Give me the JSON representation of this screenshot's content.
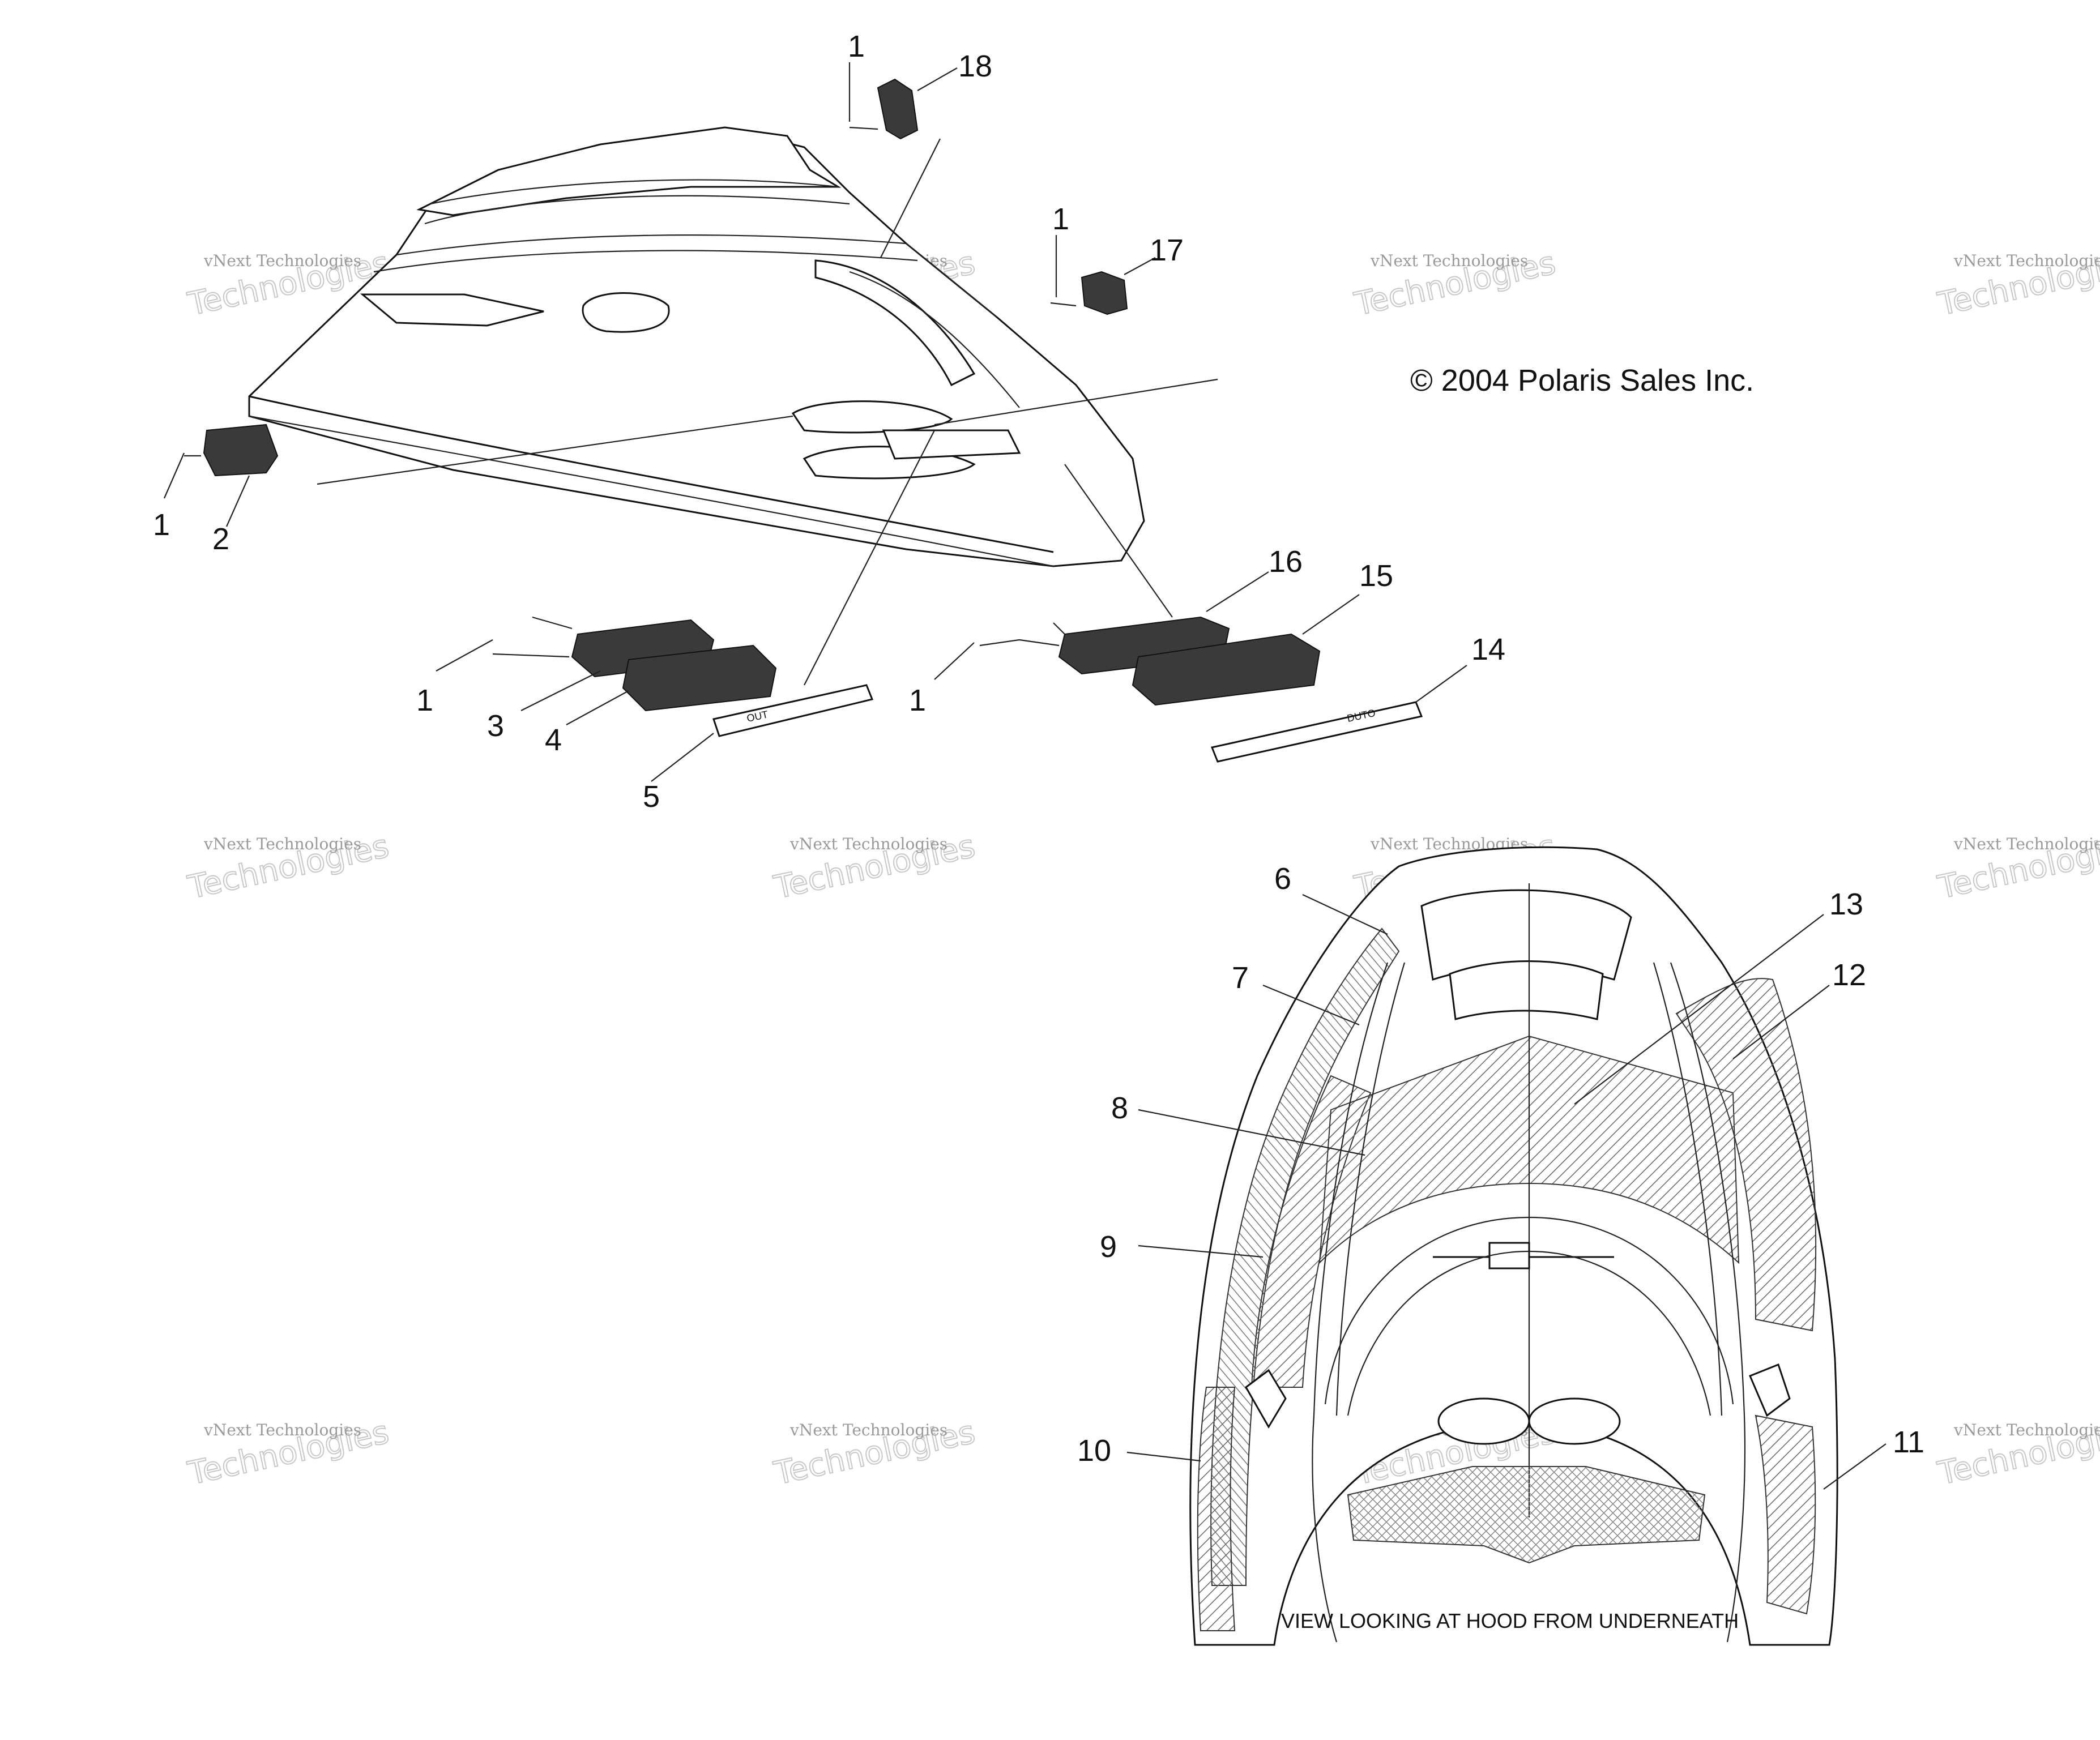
{
  "copyright": "© 2004 Polaris Sales Inc.",
  "caption": "VIEW LOOKING AT HOOD FROM UNDERNEATH",
  "watermark": {
    "line1": "vNext Technologies",
    "line2": "vNext",
    "line3": "Technologies"
  },
  "callouts": {
    "c1_top": "1",
    "c18": "18",
    "c1_right": "1",
    "c17": "17",
    "c1_left": "1",
    "c2": "2",
    "c1_mid": "1",
    "c3": "3",
    "c4": "4",
    "c5": "5",
    "c1_mid2": "1",
    "c16": "16",
    "c15": "15",
    "c14": "14",
    "c6": "6",
    "c7": "7",
    "c8": "8",
    "c9": "9",
    "c10": "10",
    "c11": "11",
    "c12": "12",
    "c13": "13"
  },
  "decal_text": {
    "left_decal": "OUT",
    "right_decal": "DUTO"
  }
}
